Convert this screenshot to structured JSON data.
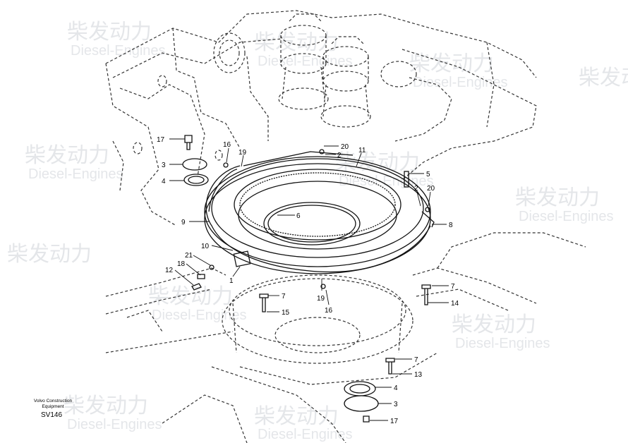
{
  "watermark": {
    "cn": "柴发动力",
    "en": "Diesel-Engines"
  },
  "footer": {
    "company_line1": "Volvo Construction",
    "company_line2": "Equipment",
    "code": "SV146"
  },
  "callouts": [
    {
      "id": "c17a",
      "text": "17"
    },
    {
      "id": "c3a",
      "text": "3"
    },
    {
      "id": "c4a",
      "text": "4"
    },
    {
      "id": "c16a",
      "text": "16"
    },
    {
      "id": "c19a",
      "text": "19"
    },
    {
      "id": "c20a",
      "text": "20"
    },
    {
      "id": "c2a",
      "text": "2"
    },
    {
      "id": "c11",
      "text": "11"
    },
    {
      "id": "c5",
      "text": "5"
    },
    {
      "id": "c2b",
      "text": "2"
    },
    {
      "id": "c20b",
      "text": "20"
    },
    {
      "id": "c6",
      "text": "6"
    },
    {
      "id": "c9",
      "text": "9"
    },
    {
      "id": "c8",
      "text": "8"
    },
    {
      "id": "c10",
      "text": "10"
    },
    {
      "id": "c21",
      "text": "21"
    },
    {
      "id": "c18",
      "text": "18"
    },
    {
      "id": "c12",
      "text": "12"
    },
    {
      "id": "c1",
      "text": "1"
    },
    {
      "id": "c7a",
      "text": "7"
    },
    {
      "id": "c15",
      "text": "15"
    },
    {
      "id": "c19b",
      "text": "19"
    },
    {
      "id": "c16b",
      "text": "16"
    },
    {
      "id": "c7b",
      "text": "7"
    },
    {
      "id": "c14",
      "text": "14"
    },
    {
      "id": "c7c",
      "text": "7"
    },
    {
      "id": "c13",
      "text": "13"
    },
    {
      "id": "c4b",
      "text": "4"
    },
    {
      "id": "c3b",
      "text": "3"
    },
    {
      "id": "c17b",
      "text": "17"
    }
  ]
}
